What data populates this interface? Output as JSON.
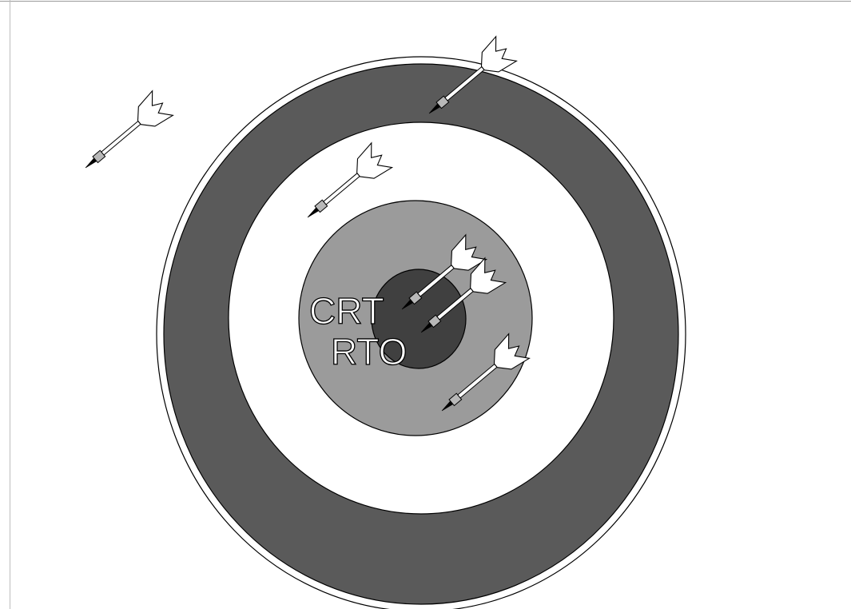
{
  "diagram": {
    "labels": [
      "CRT",
      "RTO"
    ],
    "colors": {
      "outer_ring": "#5a5a5a",
      "middle_ring": "#ffffff",
      "inner_ring": "#9b9b9b",
      "bullseye": "#404040",
      "outline": "#000000",
      "dart_body": "#ffffff",
      "dart_band": "#b8b8b8",
      "dart_tip": "#000000"
    },
    "dart_count": 6
  }
}
